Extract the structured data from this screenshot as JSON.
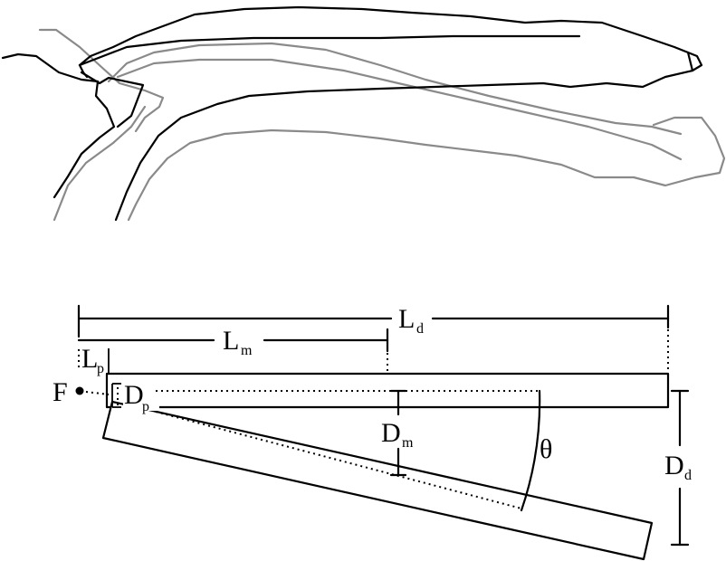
{
  "figure": {
    "top_panel": {
      "description_visible": false
    },
    "labels": {
      "Ld": {
        "main": "L",
        "sub": "d"
      },
      "Lm": {
        "main": "L",
        "sub": "m"
      },
      "Lp": {
        "main": "L",
        "sub": "p"
      },
      "Dp": {
        "main": "D",
        "sub": "p"
      },
      "Dm": {
        "main": "D",
        "sub": "m"
      },
      "Dd": {
        "main": "D",
        "sub": "d"
      },
      "F": "F",
      "theta": "θ"
    },
    "colors": {
      "ink": "#000000",
      "open_outline": "#000000",
      "closed_outline": "#8a8a8a"
    }
  }
}
